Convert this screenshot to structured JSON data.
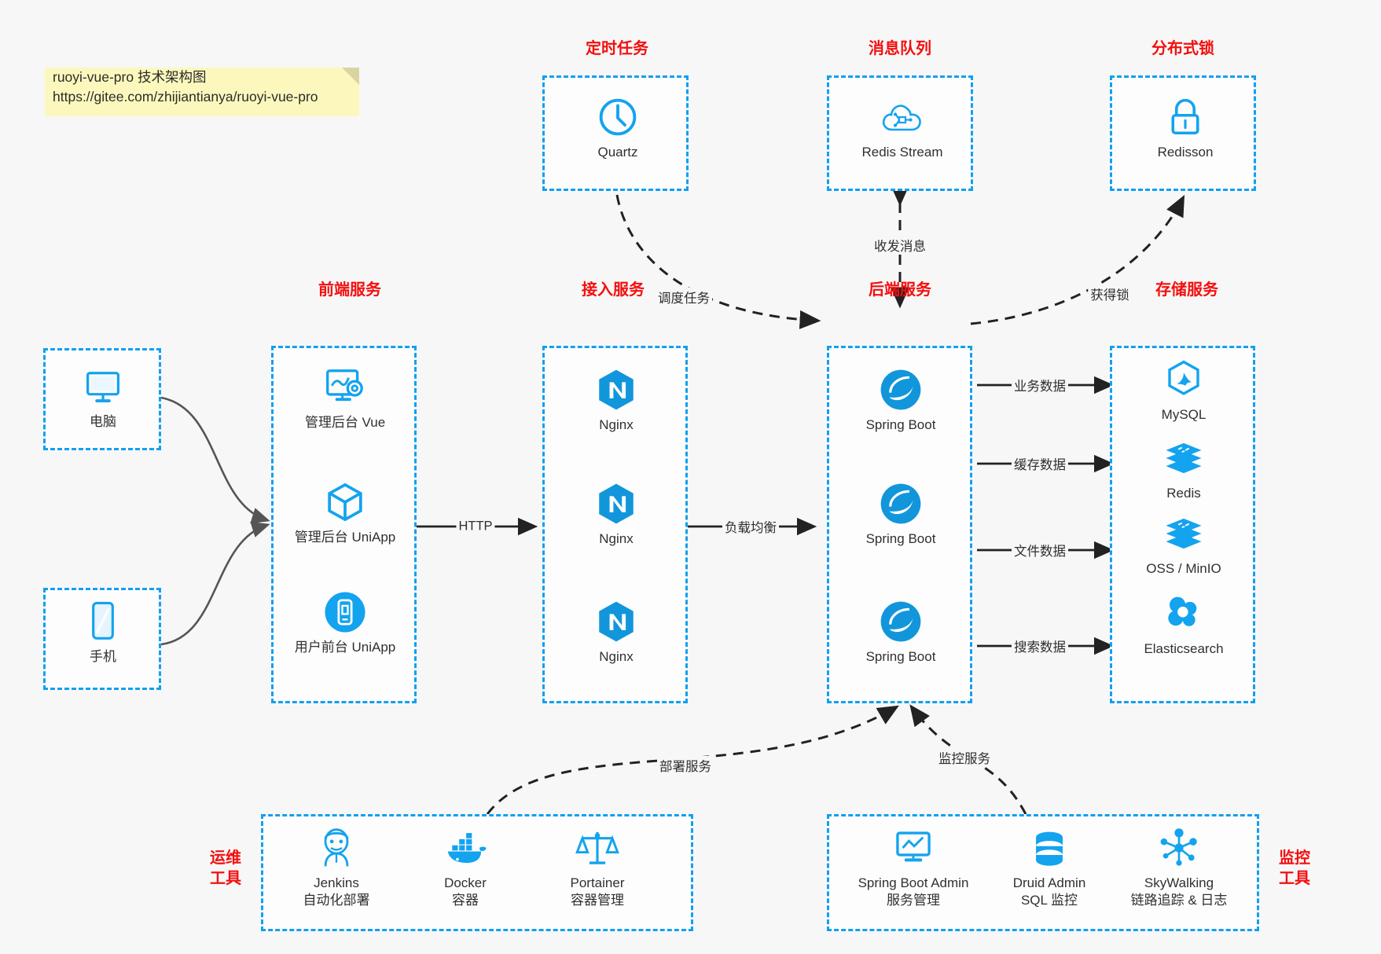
{
  "note": {
    "title": "ruoyi-vue-pro 技术架构图",
    "url": "https://gitee.com/zhijiantianya/ruoyi-vue-pro"
  },
  "colors": {
    "group_border": "#11a0f0",
    "group_title": "#f40f0f",
    "icon_blue": "#13a3ef",
    "edge_solid": "#222222",
    "edge_curve": "#555555",
    "note_bg": "#fcf8bd",
    "canvas_bg": "#f7f7f7"
  },
  "groups": {
    "schedule": {
      "title": "定时任务",
      "nodes": [
        {
          "label": "Quartz",
          "icon": "clock-icon"
        }
      ]
    },
    "mq": {
      "title": "消息队列",
      "nodes": [
        {
          "label": "Redis Stream",
          "icon": "cloud-stream-icon"
        }
      ]
    },
    "lock": {
      "title": "分布式锁",
      "nodes": [
        {
          "label": "Redisson",
          "icon": "lock-icon"
        }
      ]
    },
    "clients": {
      "nodes": [
        {
          "label": "电脑",
          "icon": "desktop-icon"
        },
        {
          "label": "手机",
          "icon": "phone-icon"
        }
      ]
    },
    "frontend": {
      "title": "前端服务",
      "nodes": [
        {
          "label": "管理后台 Vue",
          "icon": "dashboard-gear-icon"
        },
        {
          "label": "管理后台 UniApp",
          "icon": "cube-icon"
        },
        {
          "label": "用户前台 UniApp",
          "icon": "mobile-app-icon"
        }
      ]
    },
    "gateway": {
      "title": "接入服务",
      "nodes": [
        {
          "label": "Nginx",
          "icon": "nginx-icon"
        },
        {
          "label": "Nginx",
          "icon": "nginx-icon"
        },
        {
          "label": "Nginx",
          "icon": "nginx-icon"
        }
      ]
    },
    "backend": {
      "title": "后端服务",
      "nodes": [
        {
          "label": "Spring Boot",
          "icon": "spring-boot-icon"
        },
        {
          "label": "Spring Boot",
          "icon": "spring-boot-icon"
        },
        {
          "label": "Spring Boot",
          "icon": "spring-boot-icon"
        }
      ]
    },
    "storage": {
      "title": "存储服务",
      "nodes": [
        {
          "label": "MySQL",
          "icon": "mysql-icon"
        },
        {
          "label": "Redis",
          "icon": "redis-icon"
        },
        {
          "label": "OSS / MinIO",
          "icon": "redis-icon"
        },
        {
          "label": "Elasticsearch",
          "icon": "elasticsearch-icon"
        }
      ]
    },
    "devops": {
      "title": "运维\n工具",
      "title_lines": [
        "运维",
        "工具"
      ],
      "nodes": [
        {
          "label": "Jenkins",
          "sublabel": "自动化部署",
          "icon": "jenkins-icon"
        },
        {
          "label": "Docker",
          "sublabel": "容器",
          "icon": "docker-icon"
        },
        {
          "label": "Portainer",
          "sublabel": "容器管理",
          "icon": "scales-icon"
        }
      ]
    },
    "monitor": {
      "title_lines": [
        "监控",
        "工具"
      ],
      "nodes": [
        {
          "label": "Spring Boot Admin",
          "sublabel": "服务管理",
          "icon": "monitor-screen-icon"
        },
        {
          "label": "Druid Admin",
          "sublabel": "SQL 监控",
          "icon": "database-icon"
        },
        {
          "label": "SkyWalking",
          "sublabel": "链路追踪 & 日志",
          "icon": "skywalking-icon"
        }
      ]
    }
  },
  "edges": [
    {
      "label": "调度任务",
      "from": "quartz",
      "to": "backend",
      "style": "dashed"
    },
    {
      "label": "收发消息",
      "from": "redis-stream",
      "to": "backend",
      "style": "dashed"
    },
    {
      "label": "获得锁",
      "from": "backend",
      "to": "redisson",
      "style": "dashed"
    },
    {
      "label": "HTTP",
      "from": "frontend",
      "to": "gateway",
      "style": "solid"
    },
    {
      "label": "负载均衡",
      "from": "gateway",
      "to": "backend",
      "style": "solid"
    },
    {
      "label": "业务数据",
      "from": "backend",
      "to": "mysql",
      "style": "solid"
    },
    {
      "label": "缓存数据",
      "from": "backend",
      "to": "redis",
      "style": "solid"
    },
    {
      "label": "文件数据",
      "from": "backend",
      "to": "oss",
      "style": "solid"
    },
    {
      "label": "搜索数据",
      "from": "backend",
      "to": "elasticsearch",
      "style": "solid"
    },
    {
      "label": "部署服务",
      "from": "devops",
      "to": "backend",
      "style": "dashed"
    },
    {
      "label": "监控服务",
      "from": "monitor",
      "to": "backend",
      "style": "dashed"
    }
  ]
}
